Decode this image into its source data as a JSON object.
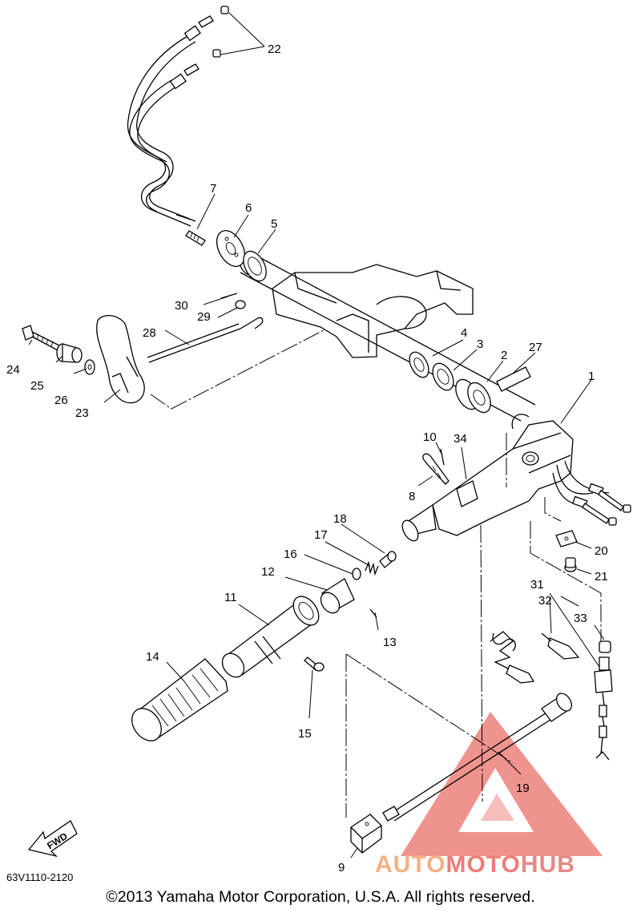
{
  "diagram": {
    "code": "63V1110-2120",
    "copyright": "©2013 Yamaha Motor Corporation, U.S.A. All rights reserved.",
    "direction_label": "FWD",
    "watermark": {
      "part1": "AUTO",
      "part2": "MOTO",
      "part3": "HUB"
    },
    "callouts": [
      {
        "id": "c1",
        "label": "1"
      },
      {
        "id": "c2",
        "label": "2"
      },
      {
        "id": "c3",
        "label": "3"
      },
      {
        "id": "c4",
        "label": "4"
      },
      {
        "id": "c5",
        "label": "5"
      },
      {
        "id": "c6",
        "label": "6"
      },
      {
        "id": "c7",
        "label": "7"
      },
      {
        "id": "c8",
        "label": "8"
      },
      {
        "id": "c9",
        "label": "9"
      },
      {
        "id": "c10",
        "label": "10"
      },
      {
        "id": "c11",
        "label": "11"
      },
      {
        "id": "c12",
        "label": "12"
      },
      {
        "id": "c13",
        "label": "13"
      },
      {
        "id": "c14",
        "label": "14"
      },
      {
        "id": "c15",
        "label": "15"
      },
      {
        "id": "c16",
        "label": "16"
      },
      {
        "id": "c17",
        "label": "17"
      },
      {
        "id": "c18",
        "label": "18"
      },
      {
        "id": "c19",
        "label": "19"
      },
      {
        "id": "c20",
        "label": "20"
      },
      {
        "id": "c21",
        "label": "21"
      },
      {
        "id": "c22",
        "label": "22"
      },
      {
        "id": "c23",
        "label": "23"
      },
      {
        "id": "c24",
        "label": "24"
      },
      {
        "id": "c25",
        "label": "25"
      },
      {
        "id": "c26",
        "label": "26"
      },
      {
        "id": "c27",
        "label": "27"
      },
      {
        "id": "c28",
        "label": "28"
      },
      {
        "id": "c29",
        "label": "29"
      },
      {
        "id": "c30",
        "label": "30"
      },
      {
        "id": "c31",
        "label": "31"
      },
      {
        "id": "c32",
        "label": "32"
      },
      {
        "id": "c33",
        "label": "33"
      },
      {
        "id": "c34",
        "label": "34"
      }
    ],
    "colors": {
      "line": "#000000",
      "watermark_triangle": "#e8554e",
      "background": "#ffffff"
    }
  }
}
